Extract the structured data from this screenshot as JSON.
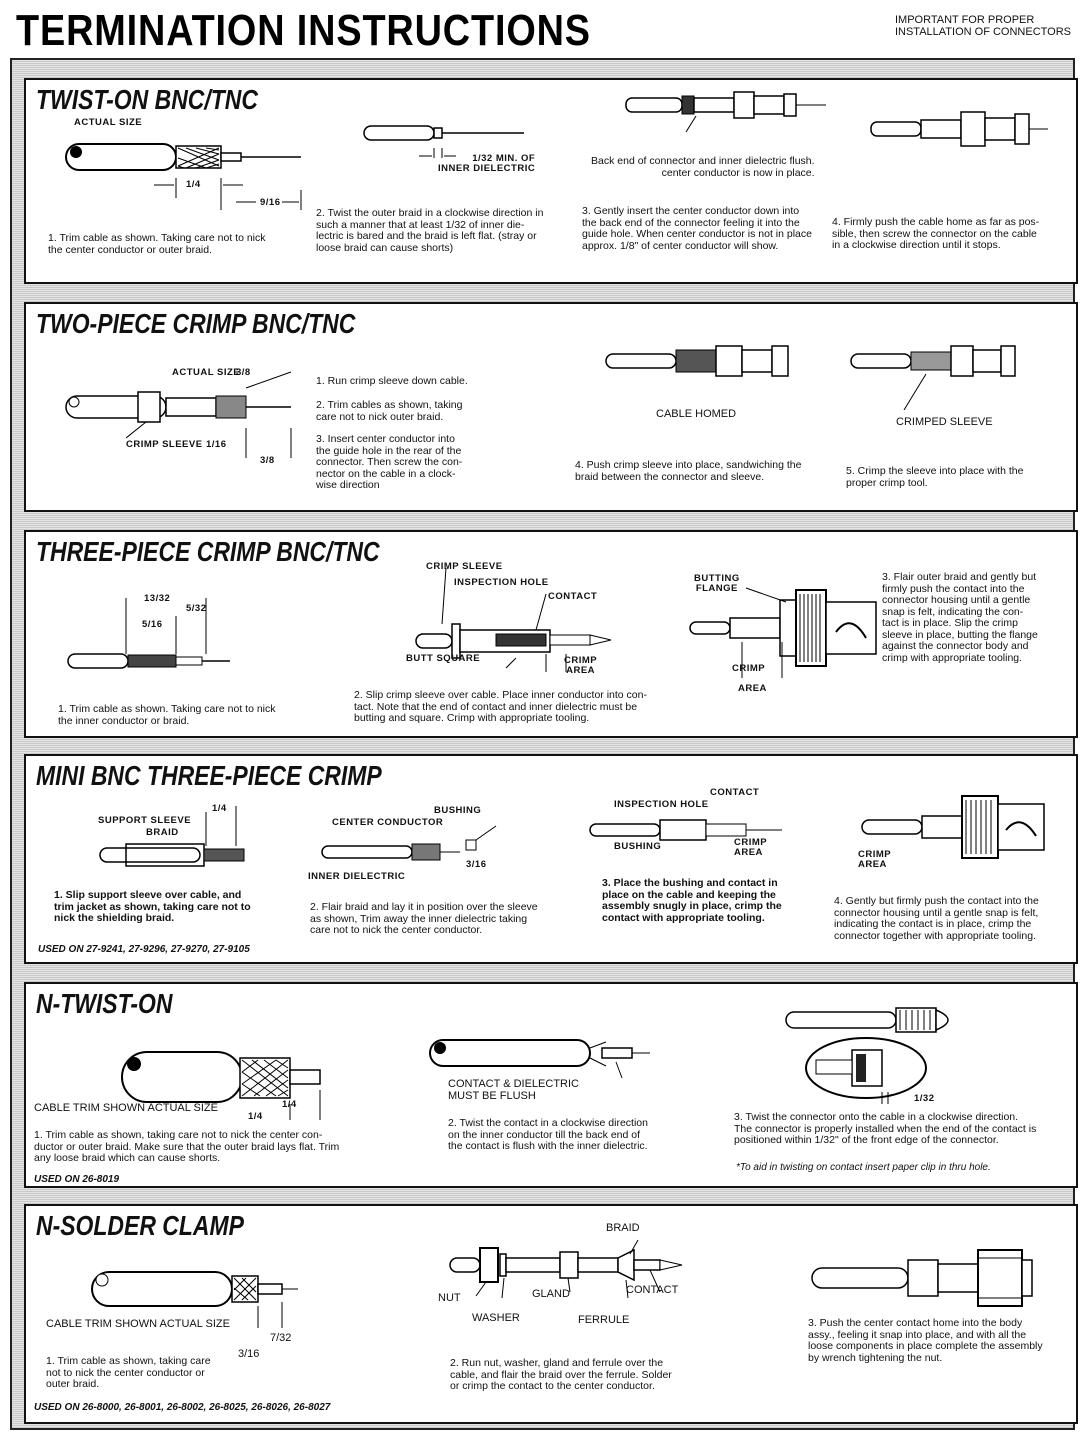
{
  "header": {
    "title": "TERMINATION INSTRUCTIONS",
    "subtitle_line1": "IMPORTANT FOR PROPER",
    "subtitle_line2": "INSTALLATION OF CONNECTORS"
  },
  "sections": {
    "twist_bnc": {
      "title": "TWIST-ON BNC/TNC",
      "labels": {
        "actual_size": "ACTUAL SIZE",
        "quarter": "1/4",
        "nine_sixteenths": "9/16",
        "min_inner": "1/32 MIN. OF\nINNER DIELECTRIC",
        "back_end": "Back end of connector and inner dielectric flush.\ncenter conductor is now in place."
      },
      "steps": [
        "1. Trim cable as shown. Taking care not to nick\nthe center conductor or outer braid.",
        "2. Twist the outer braid in a clockwise direction in\nsuch a manner that at least 1/32 of inner die-\nlectric is bared and the braid is left flat. (stray or\nloose braid can cause shorts)",
        "3. Gently insert the center conductor down into\nthe back end of the connector feeling it into the\nguide hole. When center conductor is not in place\napprox. 1/8\" of center conductor will show.",
        "4. Firmly push the cable home as far as pos-\nsible, then screw the connector on the cable\nin a clockwise direction until it stops."
      ]
    },
    "two_piece": {
      "title": "TWO-PIECE CRIMP BNC/TNC",
      "labels": {
        "actual_size": "ACTUAL SIZE",
        "three_eighths": "3/8",
        "crimp_sleeve": "CRIMP SLEEVE",
        "one_sixteenth": "1/16",
        "three_eighths_b": "3/8",
        "cable_homed": "CABLE HOMED",
        "crimped_sleeve": "CRIMPED SLEEVE"
      },
      "steps": [
        "1. Run crimp sleeve down cable.",
        "2. Trim cables as shown, taking\ncare not to nick outer braid.",
        "3. Insert center conductor into\nthe guide hole in the rear of the\nconnector. Then screw the con-\nnector on the cable in a clock-\nwise direction",
        "4. Push crimp sleeve into place, sandwiching the\nbraid between the connector and sleeve.",
        "5. Crimp the sleeve into place with the\nproper crimp tool."
      ]
    },
    "three_piece": {
      "title": "THREE-PIECE CRIMP BNC/TNC",
      "labels": {
        "thirteen_32": "13/32",
        "five_32": "5/32",
        "five_16": "5/16",
        "crimp_sleeve": "CRIMP SLEEVE",
        "inspection_hole": "INSPECTION HOLE",
        "contact": "CONTACT",
        "butt_square": "BUTT SQUARE",
        "crimp_area": "CRIMP\nAREA",
        "butting_flange": "BUTTING\nFLANGE",
        "crimp": "CRIMP",
        "area": "AREA"
      },
      "steps": [
        "1. Trim cable as shown. Taking care not to nick\nthe inner conductor or braid.",
        "2. Slip crimp sleeve over cable. Place inner conductor into con-\ntact. Note that the end of contact and inner dielectric must be\nbutting and square. Crimp with appropriate tooling.",
        "3. Flair outer braid and gently but\nfirmly push the contact into the\nconnector housing until a gentle\nsnap is felt, indicating the con-\ntact is in place. Slip the crimp\nsleeve in place, butting the flange\nagainst the connector body and\ncrimp with appropriate tooling."
      ]
    },
    "mini_bnc": {
      "title": "MINI BNC THREE-PIECE CRIMP",
      "labels": {
        "quarter": "1/4",
        "support_sleeve": "SUPPORT SLEEVE",
        "braid": "BRAID",
        "bushing": "BUSHING",
        "center_conductor": "CENTER CONDUCTOR",
        "inner_dielectric": "INNER DIELECTRIC",
        "three_16": "3/16",
        "contact": "CONTACT",
        "inspection_hole": "INSPECTION HOLE",
        "bushing_b": "BUSHING",
        "crimp_area": "CRIMP\nAREA",
        "crimp_area_b": "CRIMP\nAREA"
      },
      "steps": [
        "1. Slip support sleeve over cable, and\ntrim jacket as shown, taking care not to\nnick the shielding braid.",
        "2. Flair braid and lay it in position over the sleeve\nas shown, Trim away the inner dielectric taking\ncare not to nick the center conductor.",
        "3. Place the bushing and contact in\nplace on the cable and keeping the\nassembly snugly in place, crimp the\ncontact with appropriate tooling.",
        "4. Gently but firmly push the contact into the\nconnector housing until a gentle snap is felt,\nindicating the contact is in place, crimp the\nconnector together with appropriate tooling."
      ],
      "used_on": "USED ON 27-9241, 27-9296, 27-9270, 27-9105"
    },
    "n_twist": {
      "title": "N-TWIST-ON",
      "labels": {
        "cable_trim": "CABLE TRIM SHOWN ACTUAL SIZE",
        "quarter_a": "1/4",
        "quarter_b": "1/4",
        "contact_flush": "CONTACT & DIELECTRIC\nMUST BE FLUSH",
        "one_32": "1/32"
      },
      "steps": [
        "1. Trim cable as shown, taking care not to nick the center con-\nductor or outer braid. Make sure that the outer braid lays flat. Trim\nany loose braid which can cause shorts.",
        "2. Twist the contact in a clockwise direction\non the inner conductor till the back end of\nthe contact is flush with the inner dielectric.",
        "3. Twist the connector onto the cable in a clockwise direction.\nThe connector is properly installed when the end of the contact is\npositioned within 1/32\" of the front edge of the connector."
      ],
      "note": "*To aid in twisting on contact insert paper clip in thru hole.",
      "used_on": "USED ON 26-8019"
    },
    "n_solder": {
      "title": "N-SOLDER CLAMP",
      "labels": {
        "cable_trim": "CABLE TRIM SHOWN ACTUAL SIZE",
        "seven_32": "7/32",
        "three_16": "3/16",
        "braid": "BRAID",
        "nut": "NUT",
        "gland": "GLAND",
        "contact": "CONTACT",
        "washer": "WASHER",
        "ferrule": "FERRULE"
      },
      "steps": [
        "1. Trim cable as shown, taking care\nnot to nick the center conductor or\nouter braid.",
        "2. Run nut, washer, gland and ferrule over the\ncable, and flair the braid over the ferrule. Solder\nor crimp the contact to the center conductor.",
        "3. Push the center contact home into the body\nassy., feeling it snap into place, and with all the\nloose components in place complete the assembly\nby wrench tightening the nut."
      ],
      "used_on": "USED ON 26-8000, 26-8001, 26-8002, 26-8025, 26-8026, 26-8027"
    }
  }
}
